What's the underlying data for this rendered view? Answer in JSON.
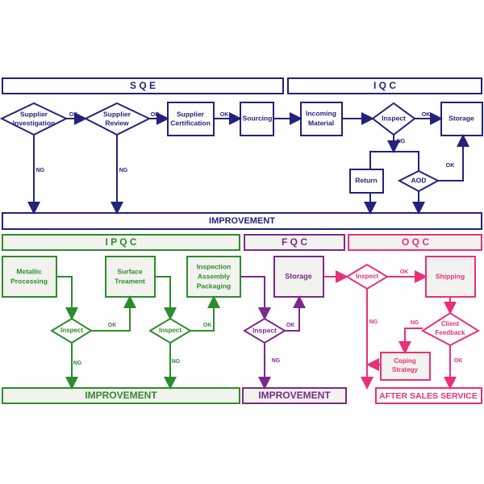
{
  "colors": {
    "sqe": "#23237a",
    "ipqc": "#2e8b2e",
    "fqc": "#7a2a8a",
    "oqc": "#e8307a",
    "box_fill": "#f2f2ee"
  },
  "headers": {
    "sqe": "S Q E",
    "iqc": "I Q C",
    "ipqc": "I P Q C",
    "fqc": "F Q C",
    "oqc": "O Q C"
  },
  "top": {
    "supplier_investigation": [
      "Supplier",
      "Investigation"
    ],
    "supplier_review": [
      "Supplier",
      "Review"
    ],
    "supplier_certification": [
      "Supplier",
      "Certification"
    ],
    "sourcing": "Sourcing",
    "incoming_material": [
      "Incoming",
      "Material"
    ],
    "inspect": "Inspect",
    "storage": "Storage",
    "return": "Return",
    "aod": "AOD",
    "improvement": "IMPROVEMENT"
  },
  "ipqc": {
    "metallic_processing": [
      "Metallic",
      "Processing"
    ],
    "surface_treatment": [
      "Surface",
      "Treament"
    ],
    "inspection_assembly_packaging": [
      "Inspection",
      "Assembly",
      "Packaging"
    ],
    "inspect": "Inspect",
    "improvement": "IMPROVEMENT"
  },
  "fqc": {
    "storage": "Storage",
    "inspect": "Inspect",
    "improvement": "IMPROVEMENT"
  },
  "oqc": {
    "inspect": "Inspect",
    "shipping": "Shipping",
    "client_feedback": [
      "Client",
      "Feedback"
    ],
    "coping_strategy": [
      "Coping",
      "Strategy"
    ],
    "after_sales": "AFTER SALES SERVICE"
  },
  "labels": {
    "ok": "OK",
    "ng": "NG"
  }
}
